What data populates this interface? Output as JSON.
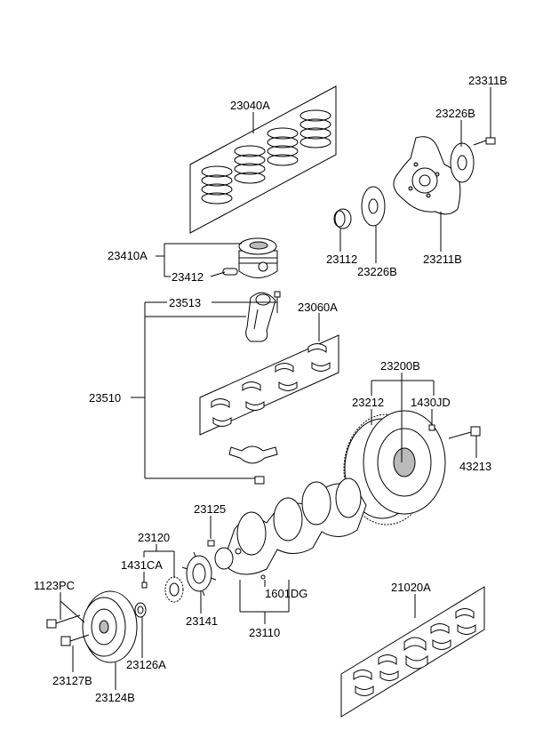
{
  "diagram": {
    "labels": {
      "l23040A": "23040A",
      "l23311B": "23311B",
      "l23226B_top": "23226B",
      "l23410A": "23410A",
      "l23412": "23412",
      "l23112": "23112",
      "l23226B_bot": "23226B",
      "l23211B": "23211B",
      "l23513": "23513",
      "l23060A": "23060A",
      "l23200B": "23200B",
      "l23510": "23510",
      "l23212": "23212",
      "l1430JD": "1430JD",
      "l43213": "43213",
      "l23125": "23125",
      "l23120": "23120",
      "l1431CA": "1431CA",
      "l1123PC": "1123PC",
      "l1601DG": "1601DG",
      "l21020A": "21020A",
      "l23141": "23141",
      "l23110": "23110",
      "l23126A": "23126A",
      "l23127B": "23127B",
      "l23124B": "23124B"
    }
  }
}
